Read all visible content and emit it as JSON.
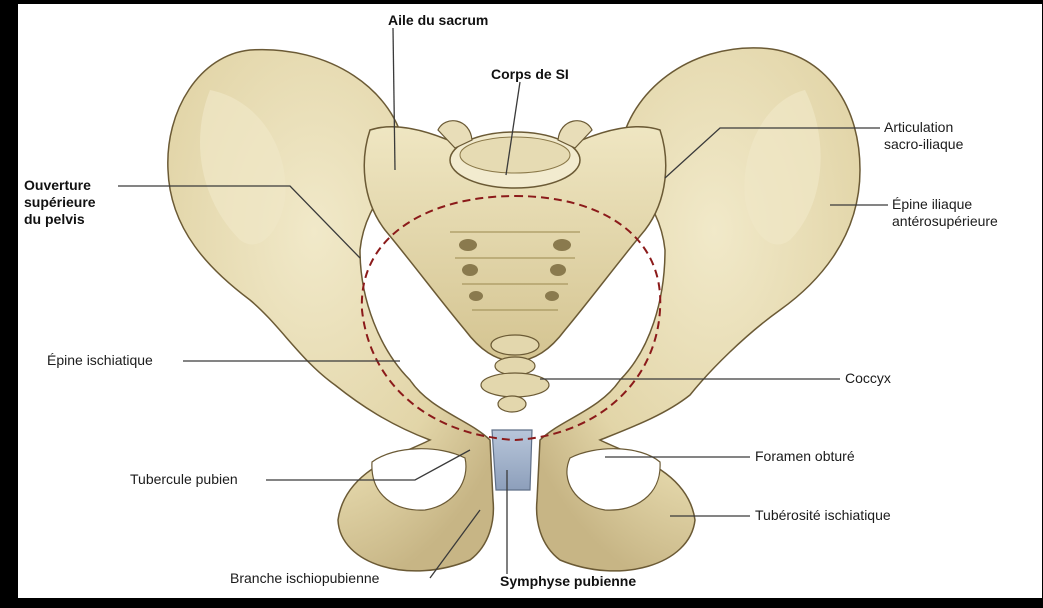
{
  "colors": {
    "bone_fill": "#e9dfba",
    "bone_shadow": "#c9b98a",
    "bone_outline": "#6b5a35",
    "cartilage": "#9fb0c8",
    "inlet_dash": "#8b1a1a",
    "leader_line": "#3a3a3a",
    "frame_border": "#000000"
  },
  "labels": {
    "aile_sacrum": "Aile du sacrum",
    "corps_s1": "Corps de SI",
    "articulation": [
      "Articulation",
      "sacro-iliaque"
    ],
    "ouverture": [
      "Ouverture",
      "supérieure",
      "du pelvis"
    ],
    "epine_iliaque": [
      "Épine iliaque",
      "antérosupérieure"
    ],
    "epine_ischiatique": "Épine ischiatique",
    "coccyx": "Coccyx",
    "foramen": "Foramen obturé",
    "tubercule": "Tubercule pubien",
    "tuberosite": "Tubérosité ischiatique",
    "branche": "Branche ischiopubienne",
    "symphyse": "Symphyse pubienne"
  }
}
